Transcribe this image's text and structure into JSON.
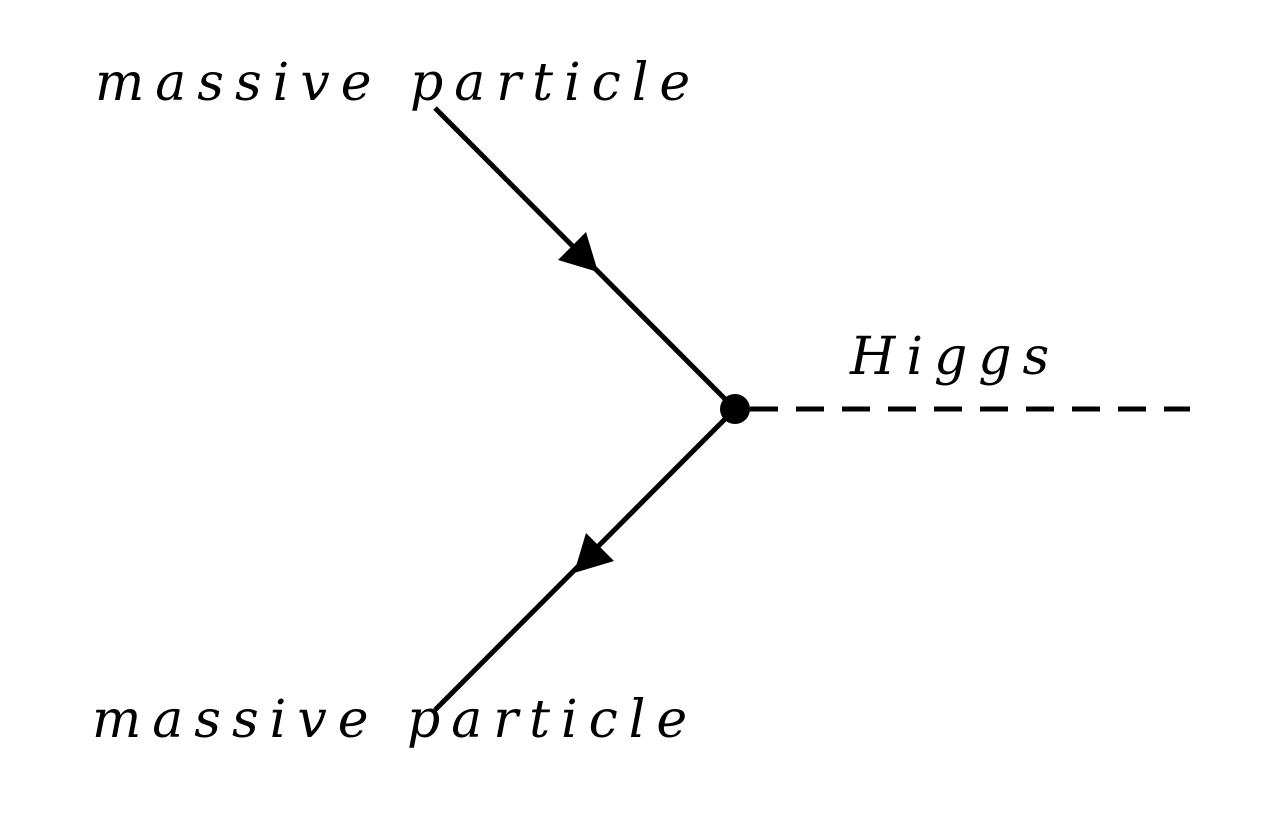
{
  "diagram": {
    "labels": {
      "incoming_particle": "massive particle",
      "outgoing_particle": "massive particle",
      "higgs": "Higgs"
    },
    "colors": {
      "line": "#000000",
      "background": "#ffffff"
    }
  }
}
